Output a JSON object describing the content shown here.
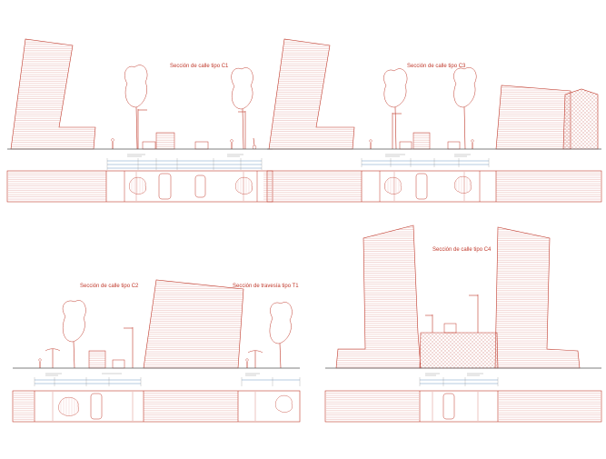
{
  "sheet": {
    "line_color": "#c0392b",
    "ground_color": "#555555",
    "hatch_color": "#e2a6a0",
    "dim_color": "#4a7fb5"
  },
  "sections": [
    {
      "title": "Sección de calle tipo C1"
    },
    {
      "title": "Sección de calle tipo C3"
    },
    {
      "title": "Sección de calle tipo C2"
    },
    {
      "title": "Sección de travesía tipo T1"
    },
    {
      "title": "Sección de calle tipo C4"
    }
  ]
}
